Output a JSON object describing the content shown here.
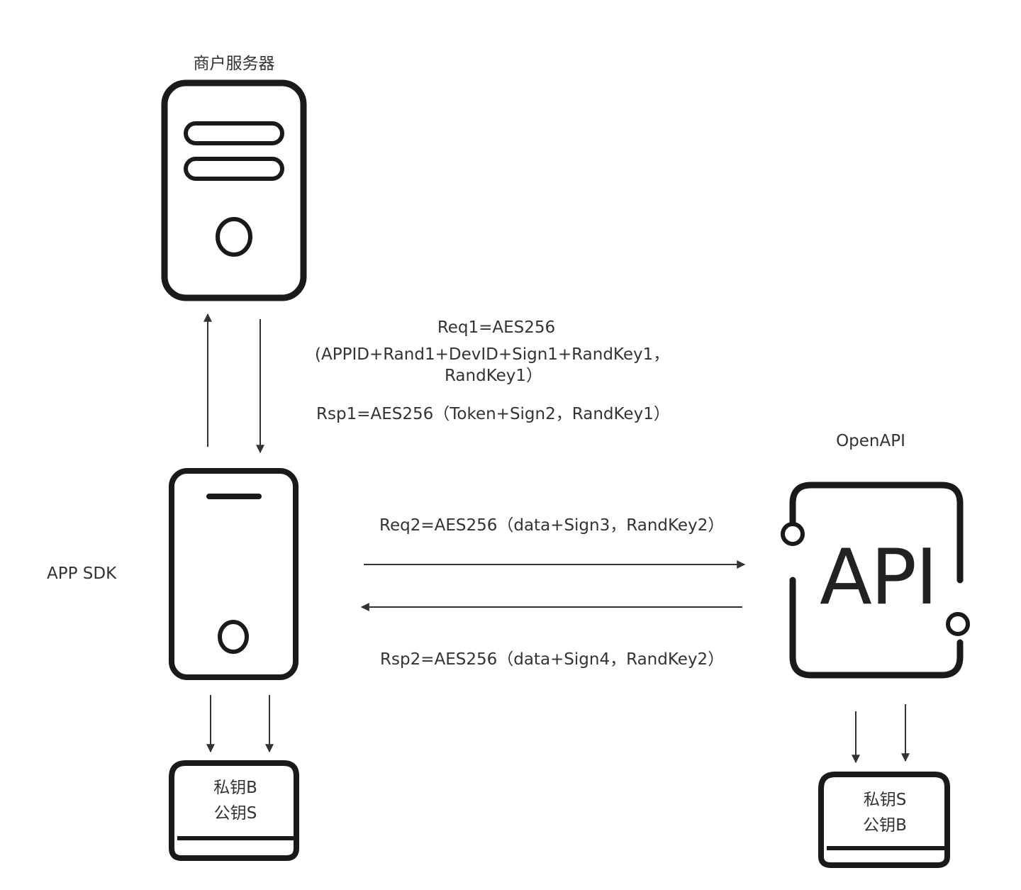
{
  "nodes": {
    "merchant_server": {
      "label": "商户服务器"
    },
    "app_sdk": {
      "label": "APP SDK"
    },
    "openapi": {
      "label": "OpenAPI",
      "icon_text": "API"
    }
  },
  "keystores": {
    "sdk": {
      "line1": "私钥B",
      "line2": "公钥S"
    },
    "openapi": {
      "line1": "私钥S",
      "line2": "公钥B"
    }
  },
  "messages": {
    "req1": {
      "line1": "Req1=AES256",
      "line2": "(APPID+Rand1+DevID+Sign1+RandKey1，",
      "line3": "RandKey1）"
    },
    "rsp1": "Rsp1=AES256（Token+Sign2，RandKey1）",
    "req2": "Req2=AES256（data+Sign3，RandKey2）",
    "rsp2": "Rsp2=AES256（data+Sign4，RandKey2）"
  },
  "icons": [
    "server-icon",
    "phone-icon",
    "api-icon",
    "book-icon"
  ],
  "colors": {
    "stroke": "#1a1a1a",
    "text": "#333333",
    "arrow": "#333333"
  }
}
